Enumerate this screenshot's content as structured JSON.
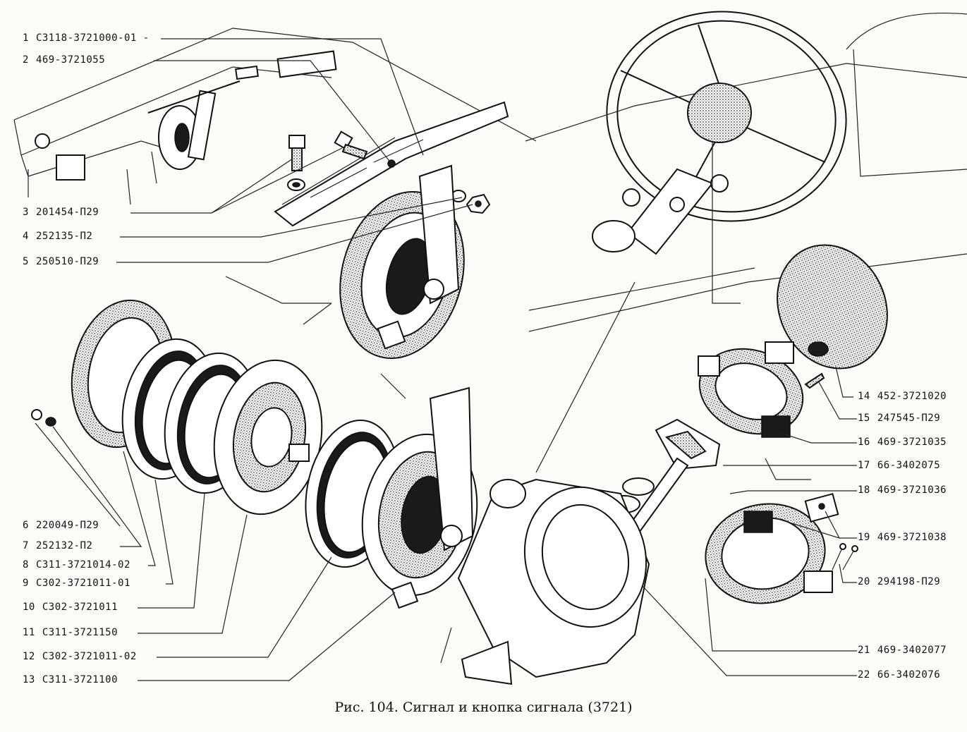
{
  "caption": "Рис. 104. Сигнал и кнопка сигнала (3721)",
  "callouts": [
    {
      "num": "1",
      "code": "С3118-3721000-01 -"
    },
    {
      "num": "2",
      "code": "469-3721055"
    },
    {
      "num": "3",
      "code": "201454-П29"
    },
    {
      "num": "4",
      "code": "252135-П2"
    },
    {
      "num": "5",
      "code": "250510-П29"
    },
    {
      "num": "6",
      "code": "220049-П29"
    },
    {
      "num": "7",
      "code": "252132-П2"
    },
    {
      "num": "8",
      "code": "С311-3721014-02"
    },
    {
      "num": "9",
      "code": "С302-3721011-01"
    },
    {
      "num": "10",
      "code": "С302-3721011"
    },
    {
      "num": "11",
      "code": "С311-3721150"
    },
    {
      "num": "12",
      "code": "С302-3721011-02"
    },
    {
      "num": "13",
      "code": "С311-3721100"
    },
    {
      "num": "14",
      "code": "452-3721020"
    },
    {
      "num": "15",
      "code": "247545-П29"
    },
    {
      "num": "16",
      "code": "469-3721035"
    },
    {
      "num": "17",
      "code": "66-3402075"
    },
    {
      "num": "18",
      "code": "469-3721036"
    },
    {
      "num": "19",
      "code": "469-3721038"
    },
    {
      "num": "20",
      "code": "294198-П29"
    },
    {
      "num": "21",
      "code": "469-3402077"
    },
    {
      "num": "22",
      "code": "66-3402076"
    }
  ]
}
